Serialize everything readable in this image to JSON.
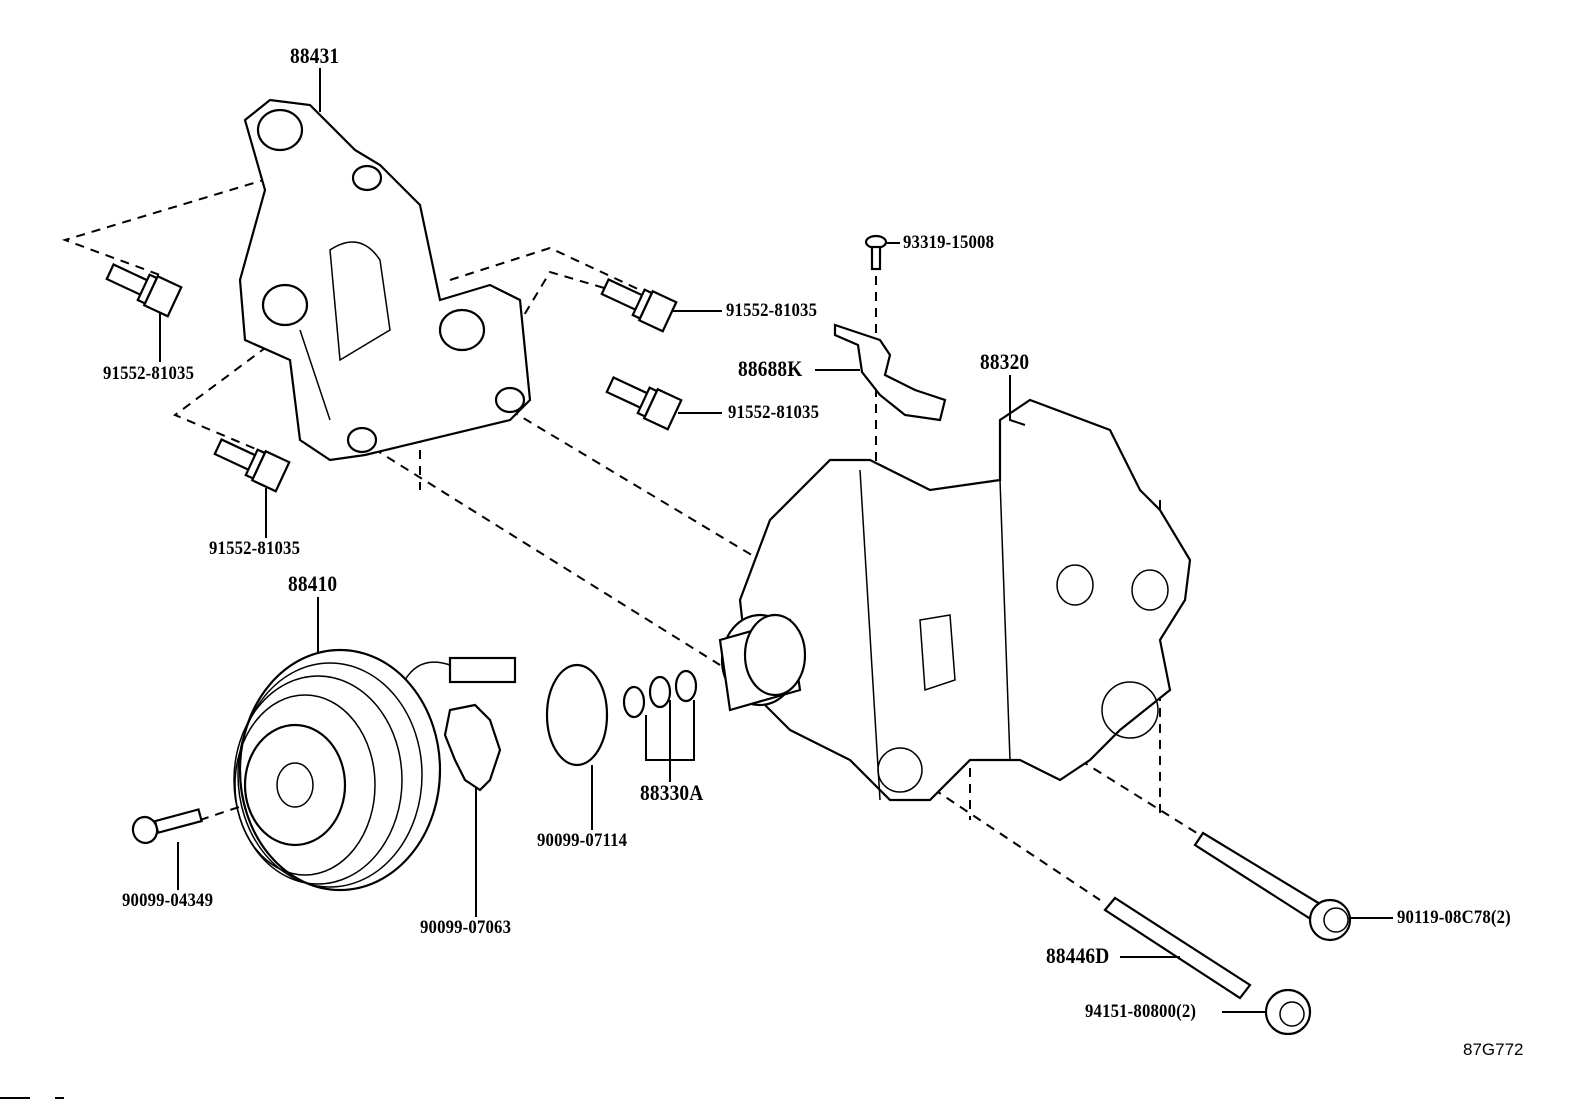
{
  "diagram": {
    "labels": {
      "bracket": "88431",
      "bolt_left_upper": "91552-81035",
      "bolt_right_upper": "91552-81035",
      "bolt_right_lower": "91552-81035",
      "bolt_left_lower": "91552-81035",
      "screw": "93319-15008",
      "clip": "88688K",
      "compressor": "88320",
      "clutch_pulley": "88410",
      "center_bolt": "90099-04349",
      "gasket": "90099-07063",
      "snap_ring": "90099-07114",
      "o_rings": "88330A",
      "stud": "88446D",
      "nut": "94151-80800(2)",
      "flange_bolt": "90119-08C78(2)"
    },
    "figure_code": "87G772"
  }
}
